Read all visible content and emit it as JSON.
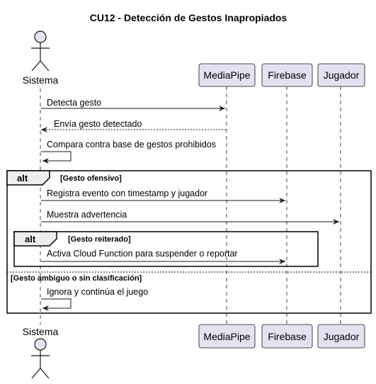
{
  "title": "CU12 - Detección de Gestos Inapropiados",
  "participants": {
    "sistema": "Sistema",
    "mediapipe": "MediaPipe",
    "firebase": "Firebase",
    "jugador": "Jugador"
  },
  "messages": {
    "m1": "Detecta gesto",
    "m2": "Envía gesto detectado",
    "m3": "Compara contra base de gestos prohibidos",
    "m4": "Registra evento con timestamp y jugador",
    "m5": "Muestra advertencia",
    "m6": "Activa Cloud Function para suspender o reportar",
    "m7": "Ignora y continúa el juego"
  },
  "fragments": {
    "outer_label": "alt",
    "outer_guard": "[Gesto ofensivo]",
    "inner_label": "alt",
    "inner_guard": "[Gesto reiterado]",
    "else_guard": "[Gesto ambiguo o sin clasificación]"
  },
  "colors": {
    "participant_fill": "#E2E2F0",
    "participant_stroke": "#181818",
    "lifeline": "#181818"
  }
}
